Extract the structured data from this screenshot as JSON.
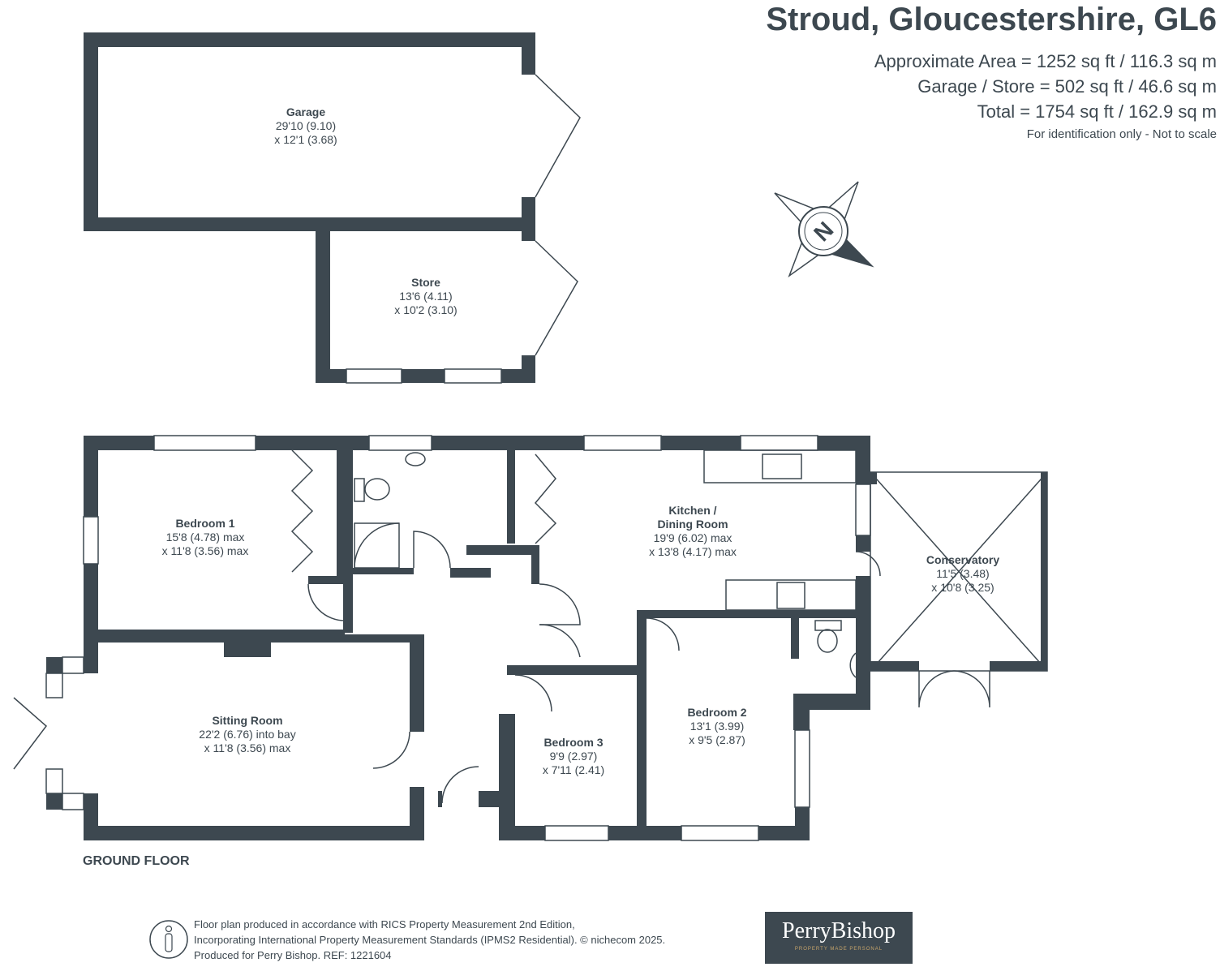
{
  "header": {
    "title": "Stroud, Gloucestershire, GL6",
    "areas": [
      "Approximate Area = 1252 sq ft / 116.3 sq m",
      "Garage / Store = 502 sq ft / 46.6 sq m",
      "Total = 1754 sq ft / 162.9 sq m"
    ],
    "note": "For identification only - Not to scale"
  },
  "compass": {
    "label": "N"
  },
  "rooms": [
    {
      "name": "Garage",
      "dims": [
        "29'10 (9.10)",
        "x 12'1 (3.68)"
      ]
    },
    {
      "name": "Store",
      "dims": [
        "13'6 (4.11)",
        "x 10'2 (3.10)"
      ]
    },
    {
      "name": "Bedroom 1",
      "dims": [
        "15'8 (4.78) max",
        "x 11'8 (3.56) max"
      ]
    },
    {
      "name": "Kitchen /",
      "name2": "Dining Room",
      "dims": [
        "19'9 (6.02) max",
        "x 13'8 (4.17) max"
      ]
    },
    {
      "name": "Conservatory",
      "dims": [
        "11'5 (3.48)",
        "x 10'8 (3.25)"
      ]
    },
    {
      "name": "Sitting Room",
      "dims": [
        "22'2 (6.76) into bay",
        "x 11'8 (3.56) max"
      ]
    },
    {
      "name": "Bedroom 3",
      "dims": [
        "9'9 (2.97)",
        "x 7'11 (2.41)"
      ]
    },
    {
      "name": "Bedroom 2",
      "dims": [
        "13'1 (3.99)",
        "x 9'5 (2.87)"
      ]
    }
  ],
  "floor_label": "GROUND FLOOR",
  "footer": {
    "lines": [
      "Floor plan produced in accordance with RICS Property Measurement 2nd Edition,",
      "Incorporating International Property Measurement Standards (IPMS2 Residential).   © nichecom 2025.",
      "Produced for Perry Bishop.   REF:  1221604"
    ]
  },
  "logo": {
    "name": "PerryBishop",
    "tagline": "PROPERTY MADE PERSONAL"
  },
  "colors": {
    "wall": "#3d4850",
    "logo_accent": "#c9a66b"
  }
}
